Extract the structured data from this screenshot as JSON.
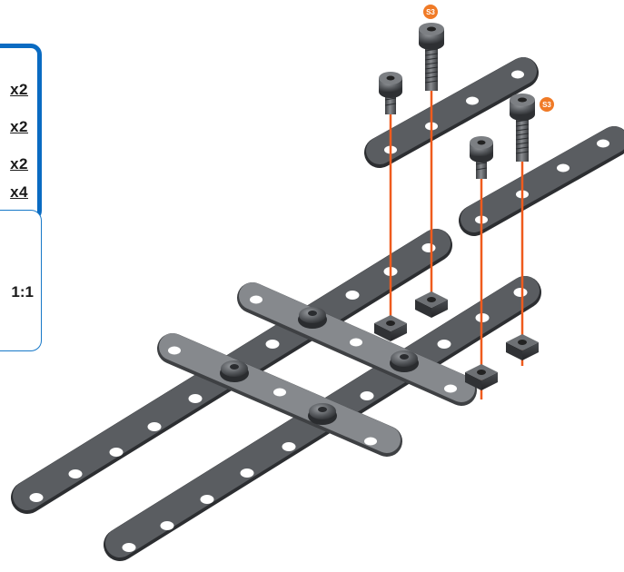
{
  "parts_list": {
    "quantities": [
      "x2",
      "x2",
      "x2",
      "x4"
    ]
  },
  "scale": "1:1",
  "screw_labels": [
    "S3",
    "S3"
  ],
  "colors": {
    "panel_border": "#0a6bc2",
    "guide_line": "#ef5b1d",
    "badge": "#f07a26",
    "strip_fill": "#56595d",
    "hole_fill": "#ffffff"
  },
  "icons": [
    "screw-icon",
    "square-nut-icon",
    "metal-strip-icon"
  ]
}
